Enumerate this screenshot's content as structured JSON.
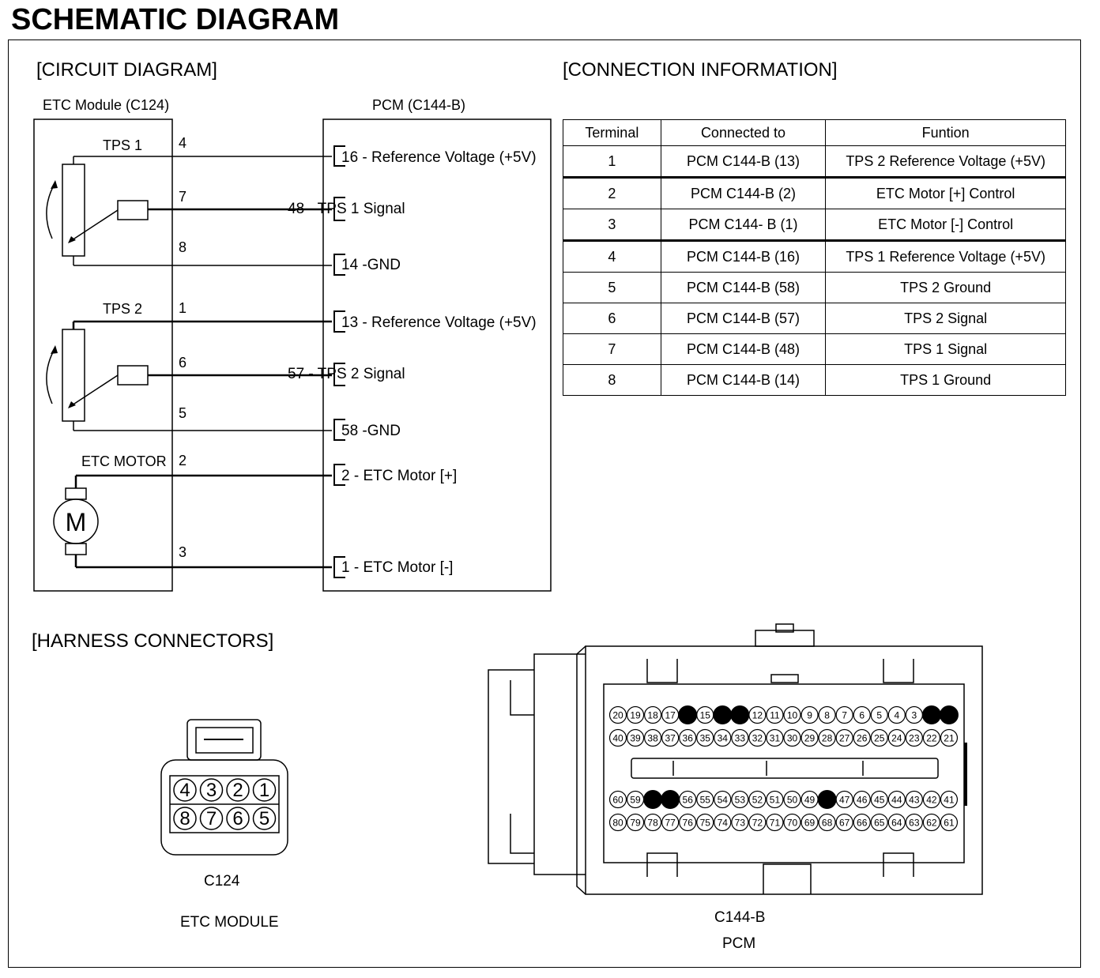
{
  "title": "SCHEMATIC DIAGRAM",
  "circuit": {
    "heading": "[CIRCUIT DIAGRAM]",
    "etc_label": "ETC Module (C124)",
    "pcm_label": "PCM (C144-B)",
    "tps1": "TPS 1",
    "tps2": "TPS 2",
    "motor": "ETC MOTOR",
    "motor_symbol": "M",
    "pins": [
      "4",
      "7",
      "8",
      "1",
      "6",
      "5",
      "2",
      "3"
    ],
    "pcm_pins": [
      "16 - Reference Voltage (+5V)",
      "48 - TPS 1 Signal",
      "14 -GND",
      "13 - Reference Voltage (+5V)",
      "57 - TPS 2 Signal",
      "58 -GND",
      "2 - ETC Motor [+]",
      "1 - ETC Motor [-]"
    ]
  },
  "connection": {
    "heading": "[CONNECTION INFORMATION]",
    "columns": [
      "Terminal",
      "Connected to",
      "Funtion"
    ],
    "rows": [
      [
        "1",
        "PCM C144-B (13)",
        "TPS 2 Reference Voltage (+5V)"
      ],
      [
        "2",
        "PCM C144-B (2)",
        "ETC Motor [+] Control"
      ],
      [
        "3",
        "PCM C144- B (1)",
        "ETC Motor [-] Control"
      ],
      [
        "4",
        "PCM C144-B  (16)",
        "TPS 1 Reference Voltage (+5V)"
      ],
      [
        "5",
        "PCM C144-B  (58)",
        "TPS 2 Ground"
      ],
      [
        "6",
        "PCM C144-B  (57)",
        "TPS 2 Signal"
      ],
      [
        "7",
        "PCM C144-B  (48)",
        "TPS 1 Signal"
      ],
      [
        "8",
        "PCM C144-B  (14)",
        "TPS 1 Ground"
      ]
    ]
  },
  "harness": {
    "heading": "[HARNESS CONNECTORS]",
    "c124_top": [
      "4",
      "3",
      "2",
      "1"
    ],
    "c124_bottom": [
      "8",
      "7",
      "6",
      "5"
    ],
    "c124_name": "C124",
    "c124_desc": "ETC MODULE",
    "c144_name": "C144-B",
    "c144_desc": "PCM",
    "c144_used_pins": [
      1,
      2,
      13,
      14,
      16,
      48,
      57,
      58
    ]
  }
}
